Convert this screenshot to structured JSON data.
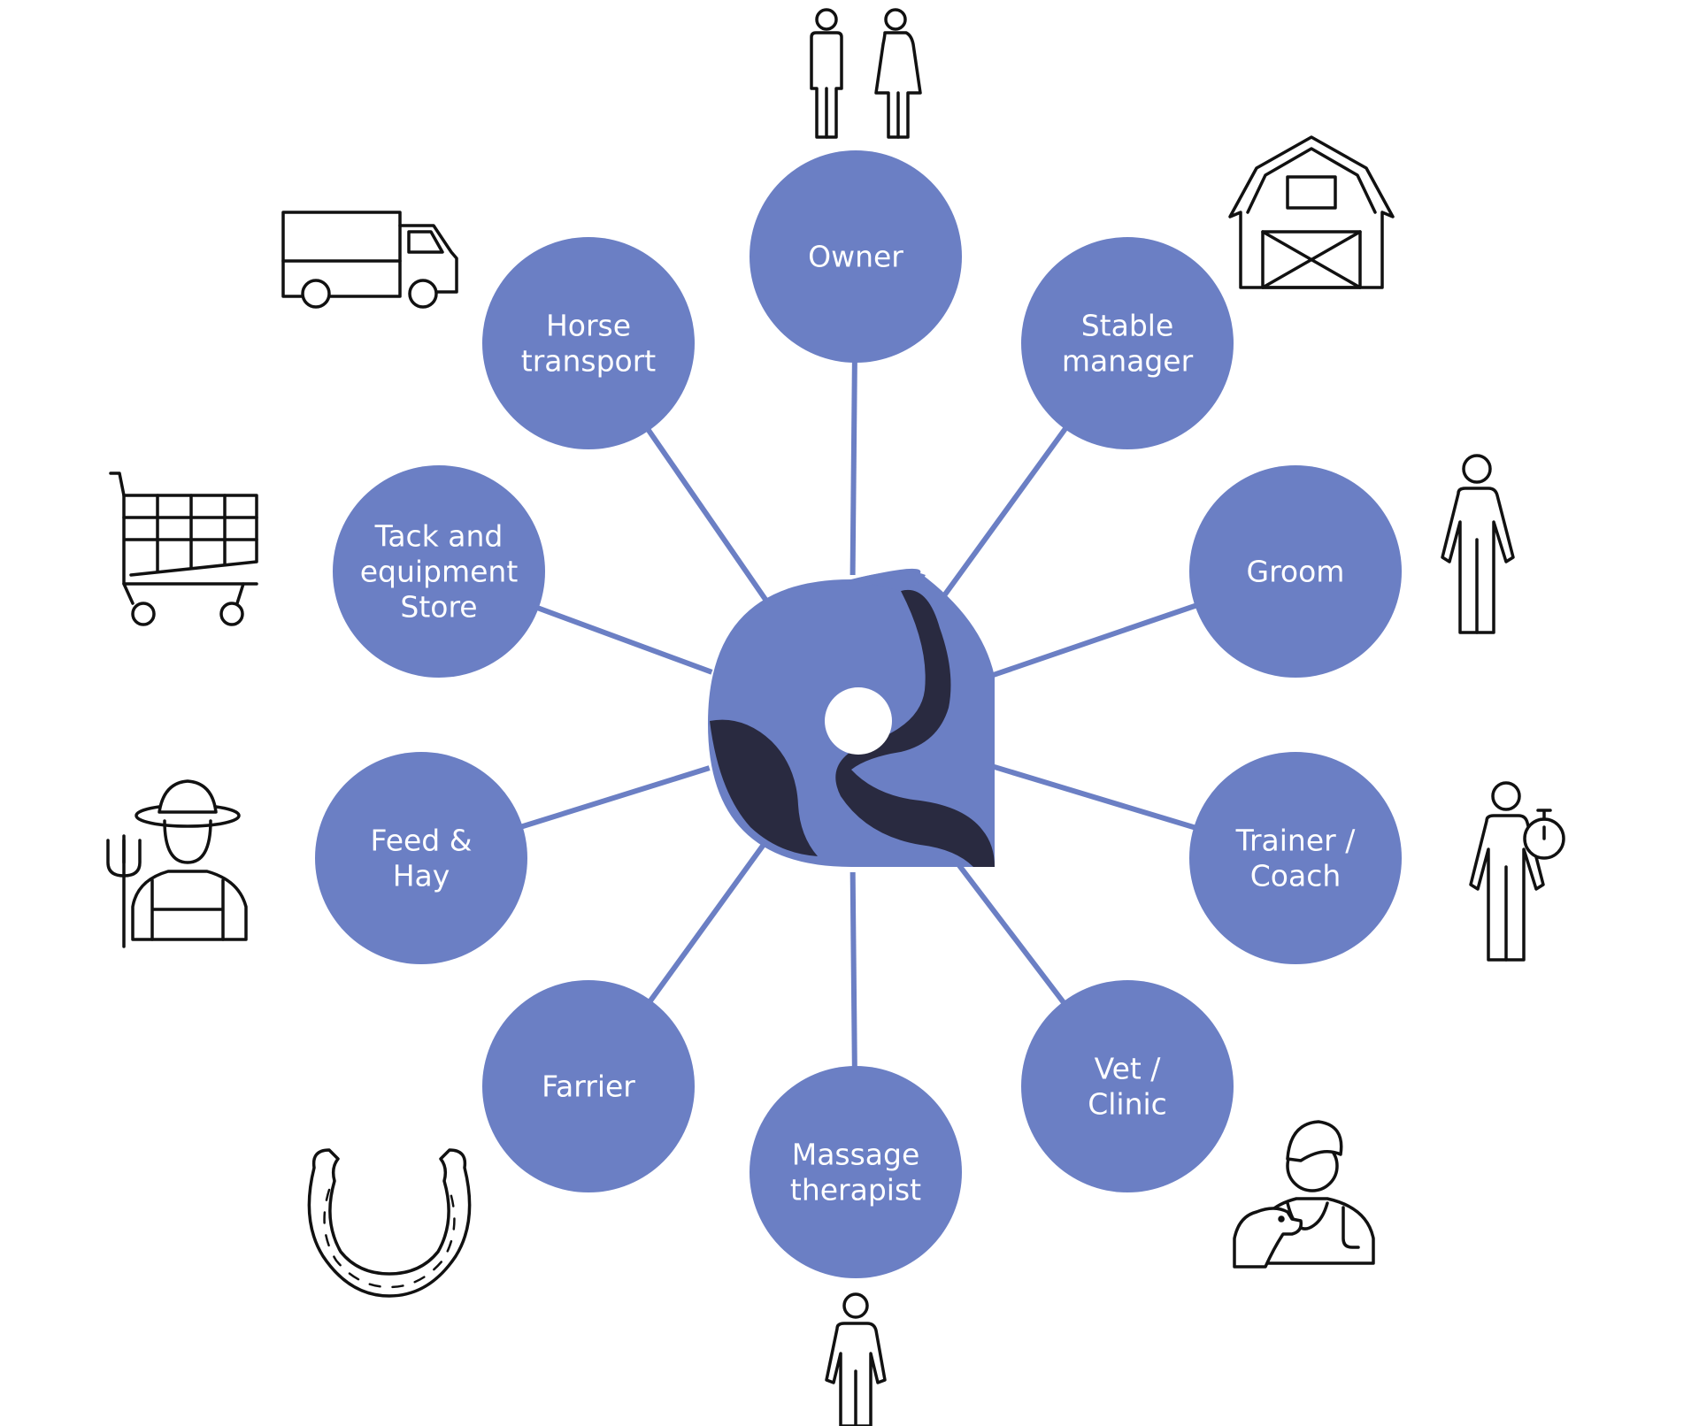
{
  "colors": {
    "node_fill": "#6b7fc4",
    "connector": "#6b7fc4",
    "logo_light": "#6b7fc4",
    "logo_dark": "#292a40",
    "icon_stroke": "#111111",
    "background": "#ffffff"
  },
  "nodes": [
    {
      "id": "owner",
      "lines": [
        "Owner"
      ],
      "icon": "couple-icon"
    },
    {
      "id": "stable-manager",
      "lines": [
        "Stable",
        "manager"
      ],
      "icon": "barn-icon"
    },
    {
      "id": "groom",
      "lines": [
        "Groom"
      ],
      "icon": "person-icon"
    },
    {
      "id": "trainer-coach",
      "lines": [
        "Trainer /",
        "Coach"
      ],
      "icon": "trainer-stopwatch-icon"
    },
    {
      "id": "vet-clinic",
      "lines": [
        "Vet /",
        "Clinic"
      ],
      "icon": "veterinarian-icon"
    },
    {
      "id": "massage-therapist",
      "lines": [
        "Massage",
        "therapist"
      ],
      "icon": "person-icon"
    },
    {
      "id": "farrier",
      "lines": [
        "Farrier"
      ],
      "icon": "horseshoe-icon"
    },
    {
      "id": "feed-hay",
      "lines": [
        "Feed &",
        "Hay"
      ],
      "icon": "farmer-icon"
    },
    {
      "id": "tack-equipment-store",
      "lines": [
        "Tack and",
        "equipment",
        "Store"
      ],
      "icon": "shopping-cart-icon"
    },
    {
      "id": "horse-transport",
      "lines": [
        "Horse",
        "transport"
      ],
      "icon": "truck-icon"
    }
  ],
  "hub": {
    "icon": "hub-logo-icon"
  }
}
